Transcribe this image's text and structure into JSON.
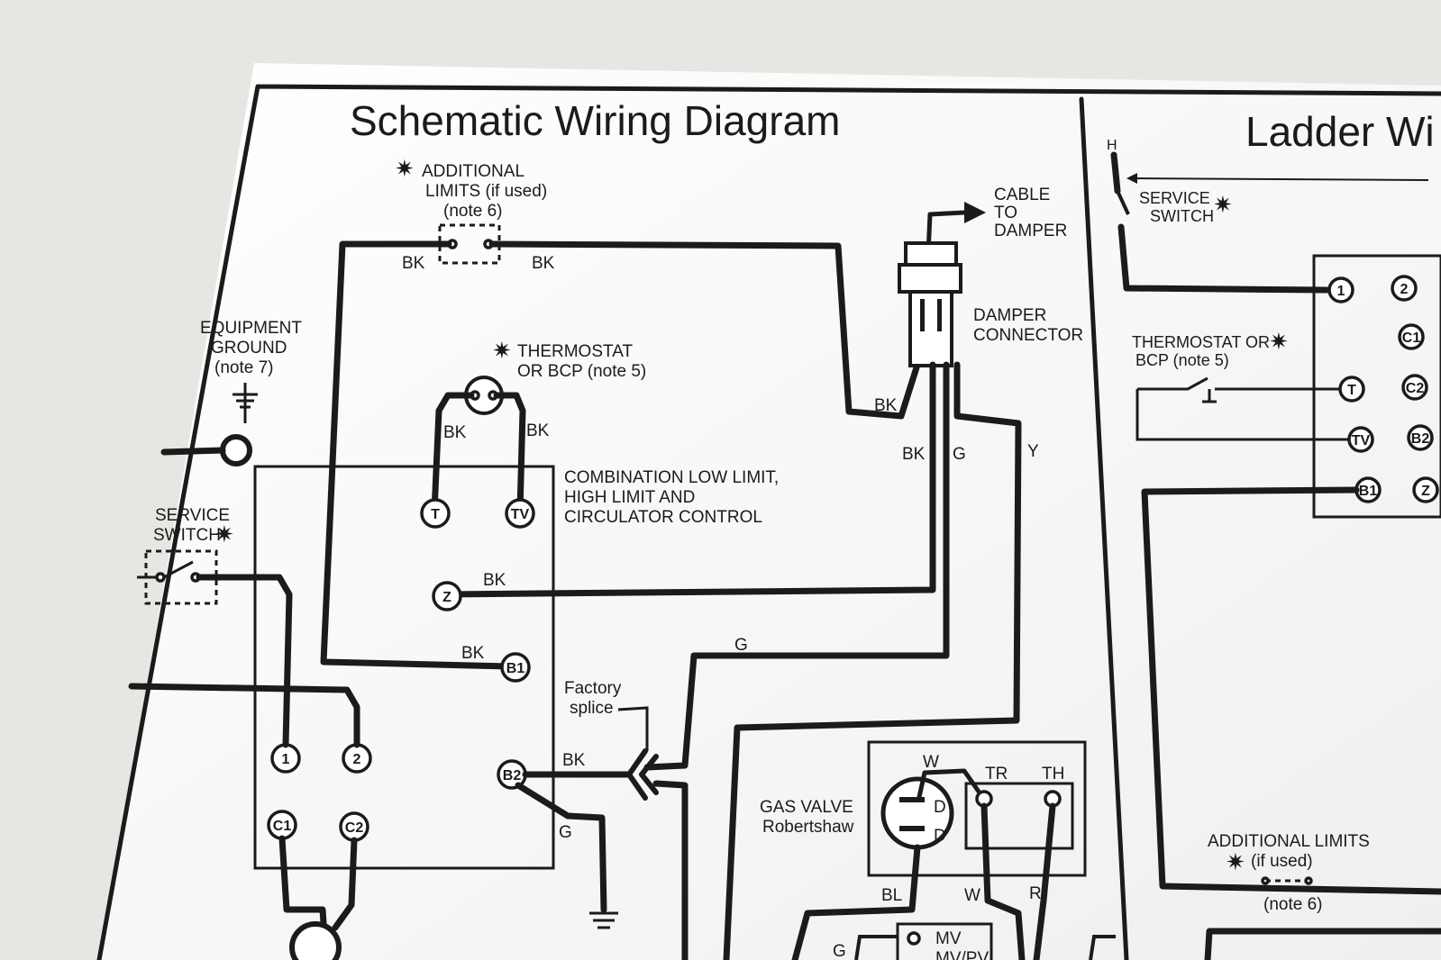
{
  "schematic": {
    "title": "Schematic Wiring Diagram",
    "star": "✷",
    "additional_limits": {
      "line1": "ADDITIONAL",
      "line2": "LIMITS (if used)",
      "line3": "(note 6)"
    },
    "cable_to_damper": {
      "line1": "CABLE",
      "line2": "TO",
      "line3": "DAMPER"
    },
    "damper_connector": {
      "line1": "DAMPER",
      "line2": "CONNECTOR"
    },
    "equipment_ground": {
      "line1": "EQUIPMENT",
      "line2": "GROUND",
      "line3": "(note 7)"
    },
    "thermostat": {
      "line1": "THERMOSTAT",
      "line2": "OR BCP (note 5)"
    },
    "control": {
      "line1": "COMBINATION LOW LIMIT,",
      "line2": "HIGH LIMIT AND",
      "line3": "CIRCULATOR CONTROL"
    },
    "service_switch": {
      "line1": "SERVICE",
      "line2": "SWITCH"
    },
    "factory_splice": {
      "line1": "Factory",
      "line2": "splice"
    },
    "gas_valve": {
      "line1": "GAS VALVE",
      "line2": "Robertshaw"
    },
    "terminals": {
      "t": "T",
      "tv": "TV",
      "z": "Z",
      "b1": "B1",
      "b2": "B2",
      "one": "1",
      "two": "2",
      "c1": "C1",
      "c2": "C2"
    },
    "gas_valve_terminals": {
      "w": "W",
      "tr": "TR",
      "th": "TH",
      "d1": "D",
      "d2": "D",
      "mv": "MV",
      "mvpv": "MV/PV"
    },
    "wire_labels": {
      "bk_top_left": "BK",
      "bk_top_right": "BK",
      "bk_thermo_left": "BK",
      "bk_thermo_right": "BK",
      "bk_damper": "BK",
      "bk_center": "BK",
      "g_center": "G",
      "y_center": "Y",
      "bk_z": "BK",
      "bk_b1": "BK",
      "g_lower": "G",
      "bk_b2": "BK",
      "g_b2": "G",
      "bl": "BL",
      "w_valve": "W",
      "r_valve": "R",
      "g_valve": "G"
    }
  },
  "ladder": {
    "title": "Ladder Wi",
    "h_label": "H",
    "service_switch": {
      "line1": "SERVICE",
      "line2": "SWITCH"
    },
    "thermostat": {
      "line1": "THERMOSTAT OR",
      "line2": "BCP (note 5)"
    },
    "additional_limits": {
      "line1": "ADDITIONAL LIMITS",
      "line2": "(if used)",
      "line3": "(note 6)"
    },
    "terminals": {
      "one": "1",
      "two": "2",
      "c1": "C1",
      "t": "T",
      "c2": "C2",
      "tv": "TV",
      "b2": "B2",
      "b1": "B1",
      "z": "Z"
    }
  }
}
